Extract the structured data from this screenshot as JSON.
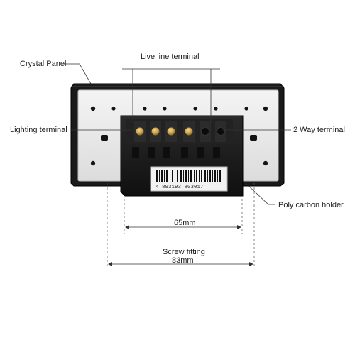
{
  "labels": {
    "crystal_panel": "Crystal Panel",
    "live_line": "Live line terminal",
    "lighting": "Lighting terminal",
    "two_way": "2 Way terminal",
    "poly_carbon": "Poly carbon holder",
    "screw_fitting": "Screw fitting"
  },
  "dimensions": {
    "inner": "65mm",
    "outer": "83mm"
  },
  "barcode": "4 893193 803017",
  "colors": {
    "panel": "#1c1c1c",
    "plate": "#e9e9e9",
    "module": "#181818",
    "brass": "#c9a046"
  }
}
